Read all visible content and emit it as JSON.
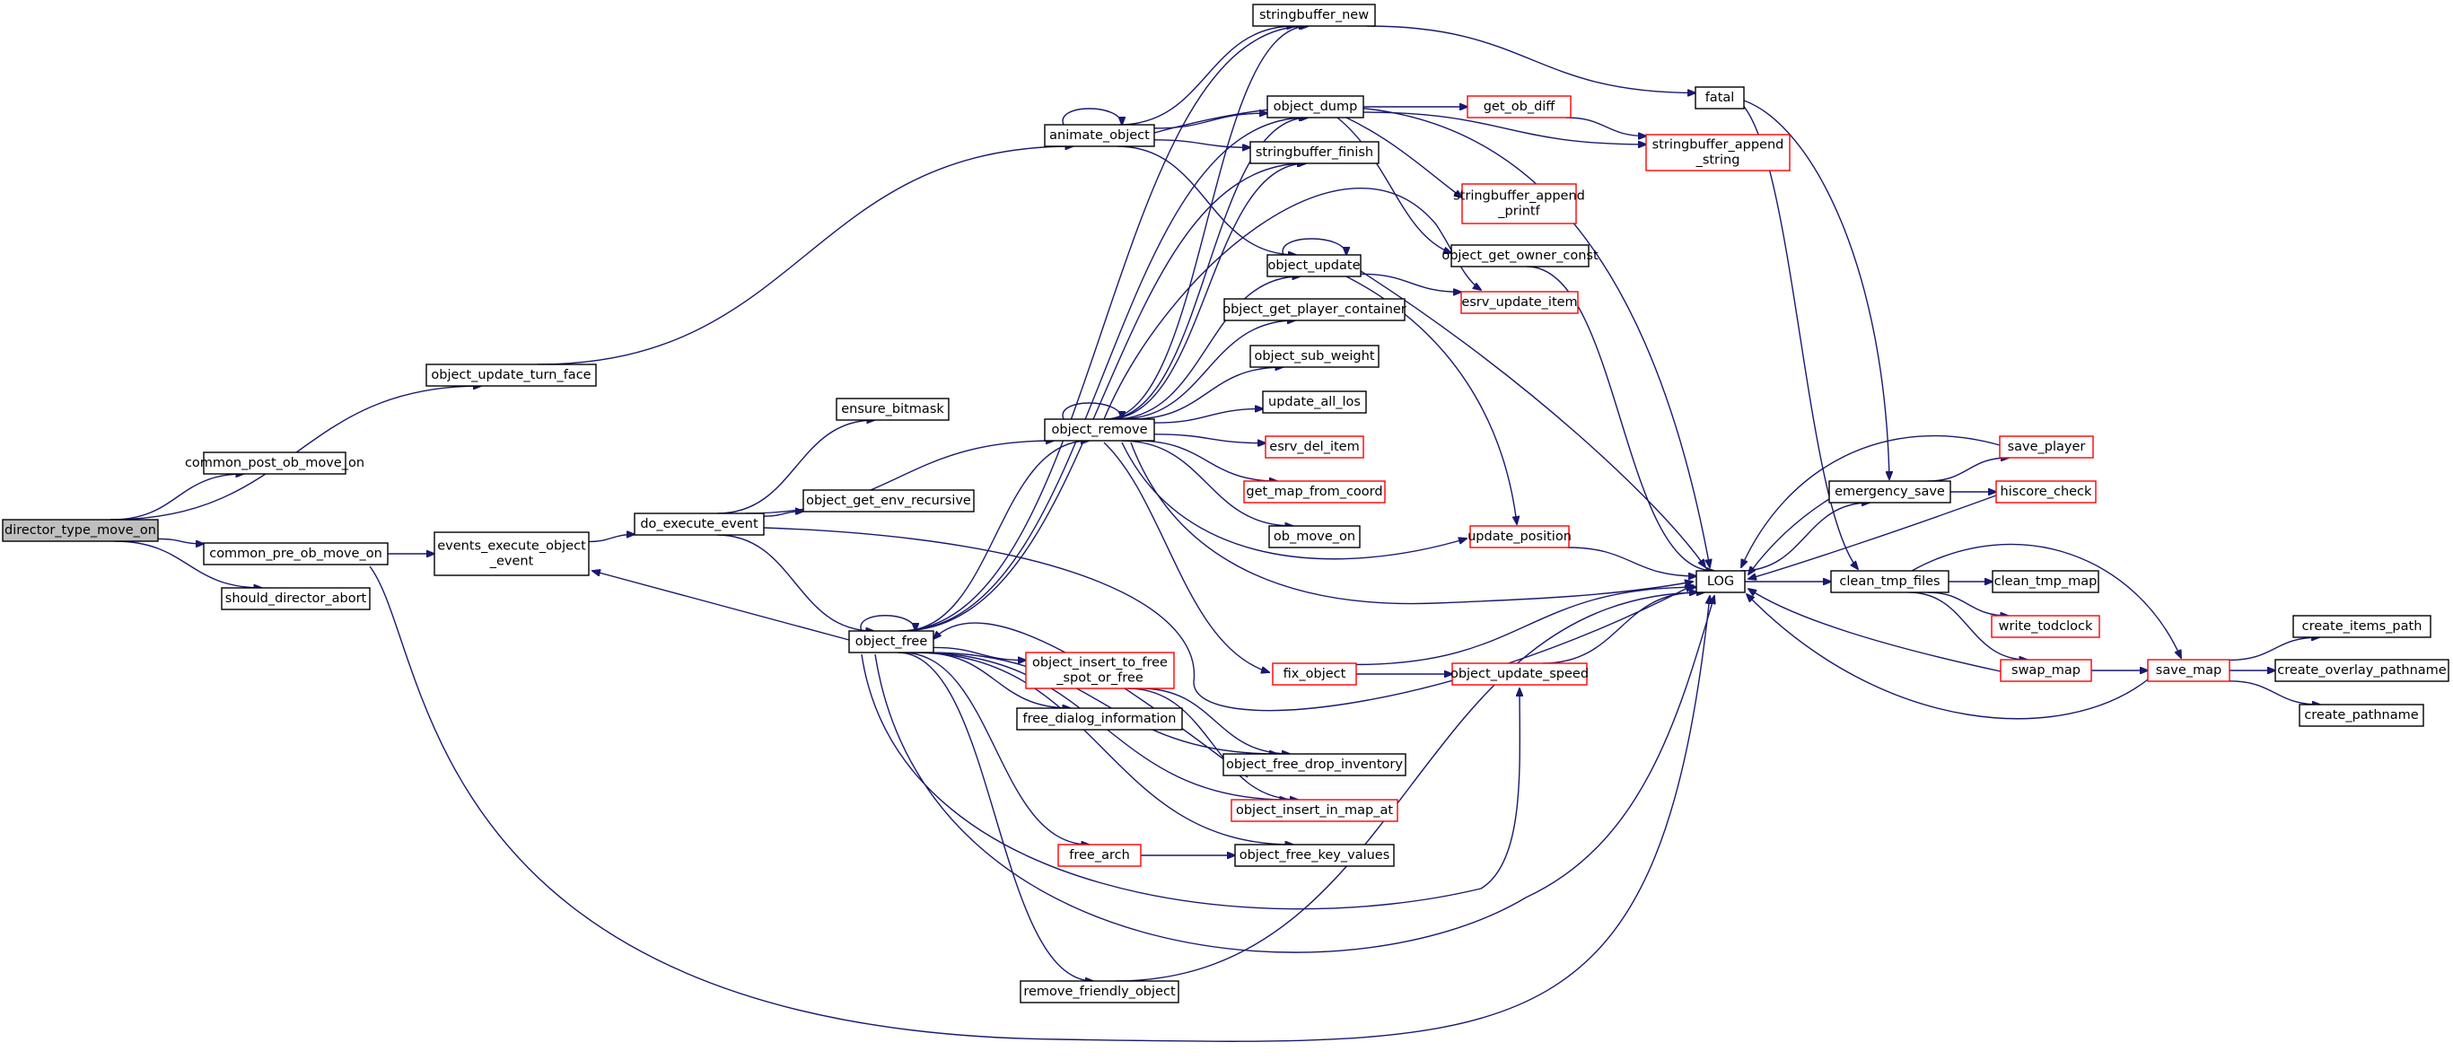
{
  "colors": {
    "edge": "#191970",
    "node_border": "#000000",
    "node_border_truncated": "#ff0000",
    "root_fill": "#bfbfbf"
  },
  "nodes": [
    {
      "id": "director_type_move_on",
      "lines": [
        "director_type_move_on"
      ],
      "root": true
    },
    {
      "id": "common_post_ob_move_on",
      "lines": [
        "common_post_ob_move_on"
      ]
    },
    {
      "id": "object_update_turn_face",
      "lines": [
        "object_update_turn_face"
      ]
    },
    {
      "id": "common_pre_ob_move_on",
      "lines": [
        "common_pre_ob_move_on"
      ]
    },
    {
      "id": "should_director_abort",
      "lines": [
        "should_director_abort"
      ]
    },
    {
      "id": "events_execute_object_event",
      "lines": [
        "events_execute_object",
        "_event"
      ]
    },
    {
      "id": "do_execute_event",
      "lines": [
        "do_execute_event"
      ]
    },
    {
      "id": "ensure_bitmask",
      "lines": [
        "ensure_bitmask"
      ]
    },
    {
      "id": "object_get_env_recursive",
      "lines": [
        "object_get_env_recursive"
      ]
    },
    {
      "id": "object_free",
      "lines": [
        "object_free"
      ]
    },
    {
      "id": "animate_object",
      "lines": [
        "animate_object"
      ]
    },
    {
      "id": "stringbuffer_new",
      "lines": [
        "stringbuffer_new"
      ]
    },
    {
      "id": "object_dump",
      "lines": [
        "object_dump"
      ]
    },
    {
      "id": "stringbuffer_finish",
      "lines": [
        "stringbuffer_finish"
      ]
    },
    {
      "id": "object_update",
      "lines": [
        "object_update"
      ]
    },
    {
      "id": "object_get_player_container",
      "lines": [
        "object_get_player_container"
      ]
    },
    {
      "id": "object_sub_weight",
      "lines": [
        "object_sub_weight"
      ]
    },
    {
      "id": "update_all_los",
      "lines": [
        "update_all_los"
      ]
    },
    {
      "id": "object_remove",
      "lines": [
        "object_remove"
      ]
    },
    {
      "id": "esrv_del_item",
      "lines": [
        "esrv_del_item"
      ],
      "truncated": true
    },
    {
      "id": "get_map_from_coord",
      "lines": [
        "get_map_from_coord"
      ],
      "truncated": true
    },
    {
      "id": "ob_move_on",
      "lines": [
        "ob_move_on"
      ]
    },
    {
      "id": "object_insert_to_free_spot_or_free",
      "lines": [
        "object_insert_to_free",
        "_spot_or_free"
      ],
      "truncated": true
    },
    {
      "id": "free_dialog_information",
      "lines": [
        "free_dialog_information"
      ]
    },
    {
      "id": "object_free_drop_inventory",
      "lines": [
        "object_free_drop_inventory"
      ]
    },
    {
      "id": "object_insert_in_map_at",
      "lines": [
        "object_insert_in_map_at"
      ],
      "truncated": true
    },
    {
      "id": "free_arch",
      "lines": [
        "free_arch"
      ],
      "truncated": true
    },
    {
      "id": "object_free_key_values",
      "lines": [
        "object_free_key_values"
      ]
    },
    {
      "id": "remove_friendly_object",
      "lines": [
        "remove_friendly_object"
      ]
    },
    {
      "id": "get_ob_diff",
      "lines": [
        "get_ob_diff"
      ],
      "truncated": true
    },
    {
      "id": "stringbuffer_append_printf",
      "lines": [
        "stringbuffer_append",
        "_printf"
      ],
      "truncated": true
    },
    {
      "id": "object_get_owner_const",
      "lines": [
        "object_get_owner_const"
      ]
    },
    {
      "id": "esrv_update_item",
      "lines": [
        "esrv_update_item"
      ],
      "truncated": true
    },
    {
      "id": "update_position",
      "lines": [
        "update_position"
      ],
      "truncated": true
    },
    {
      "id": "fix_object",
      "lines": [
        "fix_object"
      ],
      "truncated": true
    },
    {
      "id": "object_update_speed",
      "lines": [
        "object_update_speed"
      ],
      "truncated": true
    },
    {
      "id": "fatal",
      "lines": [
        "fatal"
      ]
    },
    {
      "id": "stringbuffer_append_string",
      "lines": [
        "stringbuffer_append",
        "_string"
      ],
      "truncated": true
    },
    {
      "id": "LOG",
      "lines": [
        "LOG"
      ]
    },
    {
      "id": "emergency_save",
      "lines": [
        "emergency_save"
      ]
    },
    {
      "id": "save_player",
      "lines": [
        "save_player"
      ],
      "truncated": true
    },
    {
      "id": "hiscore_check",
      "lines": [
        "hiscore_check"
      ],
      "truncated": true
    },
    {
      "id": "clean_tmp_files",
      "lines": [
        "clean_tmp_files"
      ]
    },
    {
      "id": "clean_tmp_map",
      "lines": [
        "clean_tmp_map"
      ]
    },
    {
      "id": "write_todclock",
      "lines": [
        "write_todclock"
      ],
      "truncated": true
    },
    {
      "id": "swap_map",
      "lines": [
        "swap_map"
      ],
      "truncated": true
    },
    {
      "id": "save_map",
      "lines": [
        "save_map"
      ],
      "truncated": true
    },
    {
      "id": "create_items_path",
      "lines": [
        "create_items_path"
      ]
    },
    {
      "id": "create_overlay_pathname",
      "lines": [
        "create_overlay_pathname"
      ]
    },
    {
      "id": "create_pathname",
      "lines": [
        "create_pathname"
      ]
    }
  ],
  "edges": [
    {
      "from": "director_type_move_on",
      "to": "common_post_ob_move_on"
    },
    {
      "from": "director_type_move_on",
      "to": "object_update_turn_face"
    },
    {
      "from": "director_type_move_on",
      "to": "common_pre_ob_move_on"
    },
    {
      "from": "director_type_move_on",
      "to": "should_director_abort"
    },
    {
      "from": "object_update_turn_face",
      "to": "animate_object"
    },
    {
      "from": "common_pre_ob_move_on",
      "to": "events_execute_object_event"
    },
    {
      "from": "common_pre_ob_move_on",
      "to": "LOG"
    },
    {
      "from": "events_execute_object_event",
      "to": "do_execute_event"
    },
    {
      "from": "do_execute_event",
      "to": "ensure_bitmask"
    },
    {
      "from": "do_execute_event",
      "to": "object_get_env_recursive"
    },
    {
      "from": "do_execute_event",
      "to": "object_remove"
    },
    {
      "from": "do_execute_event",
      "to": "object_free"
    },
    {
      "from": "do_execute_event",
      "to": "LOG"
    },
    {
      "from": "object_free",
      "to": "events_execute_object_event"
    },
    {
      "from": "object_free",
      "to": "object_free"
    },
    {
      "from": "object_free",
      "to": "stringbuffer_new"
    },
    {
      "from": "object_free",
      "to": "object_dump"
    },
    {
      "from": "object_free",
      "to": "stringbuffer_finish"
    },
    {
      "from": "object_free",
      "to": "object_remove"
    },
    {
      "from": "object_free",
      "to": "object_insert_to_free_spot_or_free"
    },
    {
      "from": "object_free",
      "to": "free_dialog_information"
    },
    {
      "from": "object_free",
      "to": "object_free_drop_inventory"
    },
    {
      "from": "object_free",
      "to": "object_insert_in_map_at"
    },
    {
      "from": "object_free",
      "to": "free_arch"
    },
    {
      "from": "object_free",
      "to": "object_free_key_values"
    },
    {
      "from": "object_free",
      "to": "object_update_speed"
    },
    {
      "from": "object_free",
      "to": "LOG"
    },
    {
      "from": "object_free",
      "to": "remove_friendly_object"
    },
    {
      "from": "animate_object",
      "to": "animate_object"
    },
    {
      "from": "animate_object",
      "to": "stringbuffer_new"
    },
    {
      "from": "animate_object",
      "to": "object_dump"
    },
    {
      "from": "animate_object",
      "to": "stringbuffer_finish"
    },
    {
      "from": "animate_object",
      "to": "object_update"
    },
    {
      "from": "animate_object",
      "to": "LOG"
    },
    {
      "from": "object_remove",
      "to": "object_remove"
    },
    {
      "from": "object_remove",
      "to": "stringbuffer_new"
    },
    {
      "from": "object_remove",
      "to": "object_dump"
    },
    {
      "from": "object_remove",
      "to": "stringbuffer_finish"
    },
    {
      "from": "object_remove",
      "to": "object_update"
    },
    {
      "from": "object_remove",
      "to": "object_get_player_container"
    },
    {
      "from": "object_remove",
      "to": "object_sub_weight"
    },
    {
      "from": "object_remove",
      "to": "update_all_los"
    },
    {
      "from": "object_remove",
      "to": "esrv_del_item"
    },
    {
      "from": "object_remove",
      "to": "get_map_from_coord"
    },
    {
      "from": "object_remove",
      "to": "ob_move_on"
    },
    {
      "from": "object_remove",
      "to": "update_position"
    },
    {
      "from": "object_remove",
      "to": "LOG"
    },
    {
      "from": "object_remove",
      "to": "fix_object"
    },
    {
      "from": "object_remove",
      "to": "esrv_update_item"
    },
    {
      "from": "stringbuffer_new",
      "to": "fatal"
    },
    {
      "from": "object_dump",
      "to": "get_ob_diff"
    },
    {
      "from": "object_dump",
      "to": "stringbuffer_append_string"
    },
    {
      "from": "object_dump",
      "to": "stringbuffer_append_printf"
    },
    {
      "from": "object_dump",
      "to": "object_get_owner_const"
    },
    {
      "from": "object_update",
      "to": "object_update"
    },
    {
      "from": "object_update",
      "to": "esrv_update_item"
    },
    {
      "from": "object_update",
      "to": "update_position"
    },
    {
      "from": "object_update",
      "to": "LOG"
    },
    {
      "from": "get_ob_diff",
      "to": "stringbuffer_append_string"
    },
    {
      "from": "object_get_owner_const",
      "to": "LOG"
    },
    {
      "from": "update_position",
      "to": "LOG"
    },
    {
      "from": "fix_object",
      "to": "LOG"
    },
    {
      "from": "fix_object",
      "to": "object_update_speed"
    },
    {
      "from": "object_update_speed",
      "to": "LOG"
    },
    {
      "from": "object_insert_to_free_spot_or_free",
      "to": "object_free_drop_inventory"
    },
    {
      "from": "object_insert_to_free_spot_or_free",
      "to": "object_insert_in_map_at"
    },
    {
      "from": "object_free_drop_inventory",
      "to": "object_free"
    },
    {
      "from": "free_arch",
      "to": "object_free_key_values"
    },
    {
      "from": "remove_friendly_object",
      "to": "LOG"
    },
    {
      "from": "fatal",
      "to": "emergency_save"
    },
    {
      "from": "fatal",
      "to": "clean_tmp_files"
    },
    {
      "from": "LOG",
      "to": "emergency_save"
    },
    {
      "from": "LOG",
      "to": "clean_tmp_files"
    },
    {
      "from": "emergency_save",
      "to": "LOG"
    },
    {
      "from": "emergency_save",
      "to": "save_player"
    },
    {
      "from": "emergency_save",
      "to": "hiscore_check"
    },
    {
      "from": "save_player",
      "to": "LOG"
    },
    {
      "from": "hiscore_check",
      "to": "LOG"
    },
    {
      "from": "clean_tmp_files",
      "to": "clean_tmp_map"
    },
    {
      "from": "clean_tmp_files",
      "to": "write_todclock"
    },
    {
      "from": "clean_tmp_files",
      "to": "swap_map"
    },
    {
      "from": "clean_tmp_files",
      "to": "save_map"
    },
    {
      "from": "swap_map",
      "to": "LOG"
    },
    {
      "from": "swap_map",
      "to": "save_map"
    },
    {
      "from": "save_map",
      "to": "LOG"
    },
    {
      "from": "save_map",
      "to": "create_items_path"
    },
    {
      "from": "save_map",
      "to": "create_overlay_pathname"
    },
    {
      "from": "save_map",
      "to": "create_pathname"
    }
  ]
}
